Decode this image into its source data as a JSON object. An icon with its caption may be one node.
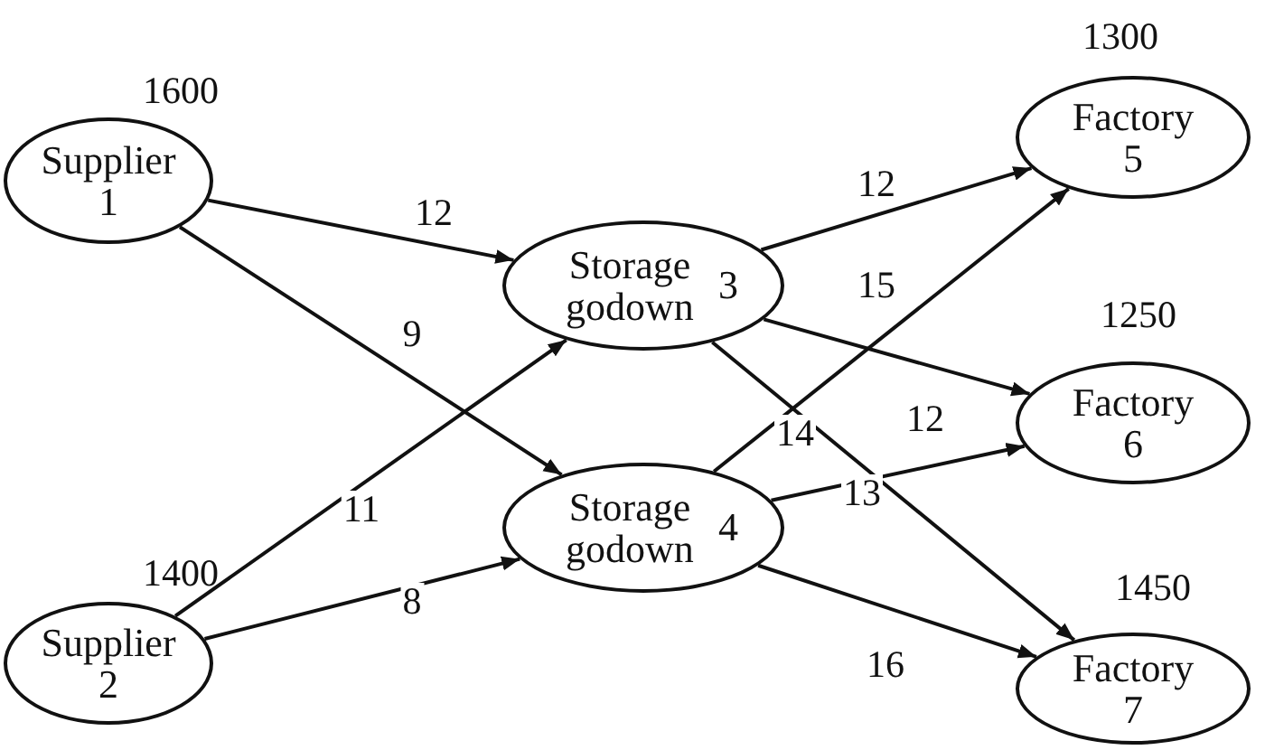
{
  "diagram": {
    "nodes": [
      {
        "text": [
          "Supplier 1"
        ],
        "beside": [
          "1600"
        ]
      },
      {
        "text": [
          "Supplier 2"
        ],
        "beside": [
          "1400"
        ]
      },
      {
        "text": [
          "Storage godown",
          "3"
        ]
      },
      {
        "text": [
          "Storage godown",
          "4"
        ]
      },
      {
        "text": [
          "Factory 5"
        ],
        "beside": [
          "1300"
        ]
      },
      {
        "text": [
          "Factory 6"
        ],
        "beside": [
          "1250"
        ]
      },
      {
        "text": [
          "Factory 7"
        ],
        "beside": [
          "1450"
        ]
      }
    ],
    "edges": [
      {
        "from": 0,
        "to": 2,
        "arrow": "to",
        "label": "12"
      },
      {
        "from": 0,
        "to": 3,
        "arrow": "to",
        "label": "9"
      },
      {
        "from": 1,
        "to": 2,
        "arrow": "to",
        "label": "11"
      },
      {
        "from": 1,
        "to": 3,
        "arrow": "to",
        "label": "8"
      },
      {
        "from": 2,
        "to": 4,
        "arrow": "to",
        "label": "12"
      },
      {
        "from": 2,
        "to": 5,
        "arrow": "to",
        "label": "15"
      },
      {
        "from": 2,
        "to": 6,
        "arrow": "to",
        "label": "12"
      },
      {
        "from": 3,
        "to": 4,
        "arrow": "to",
        "label": "14"
      },
      {
        "from": 3,
        "to": 5,
        "arrow": "to",
        "label": "13"
      },
      {
        "from": 3,
        "to": 6,
        "arrow": "to",
        "label": "16"
      }
    ]
  }
}
